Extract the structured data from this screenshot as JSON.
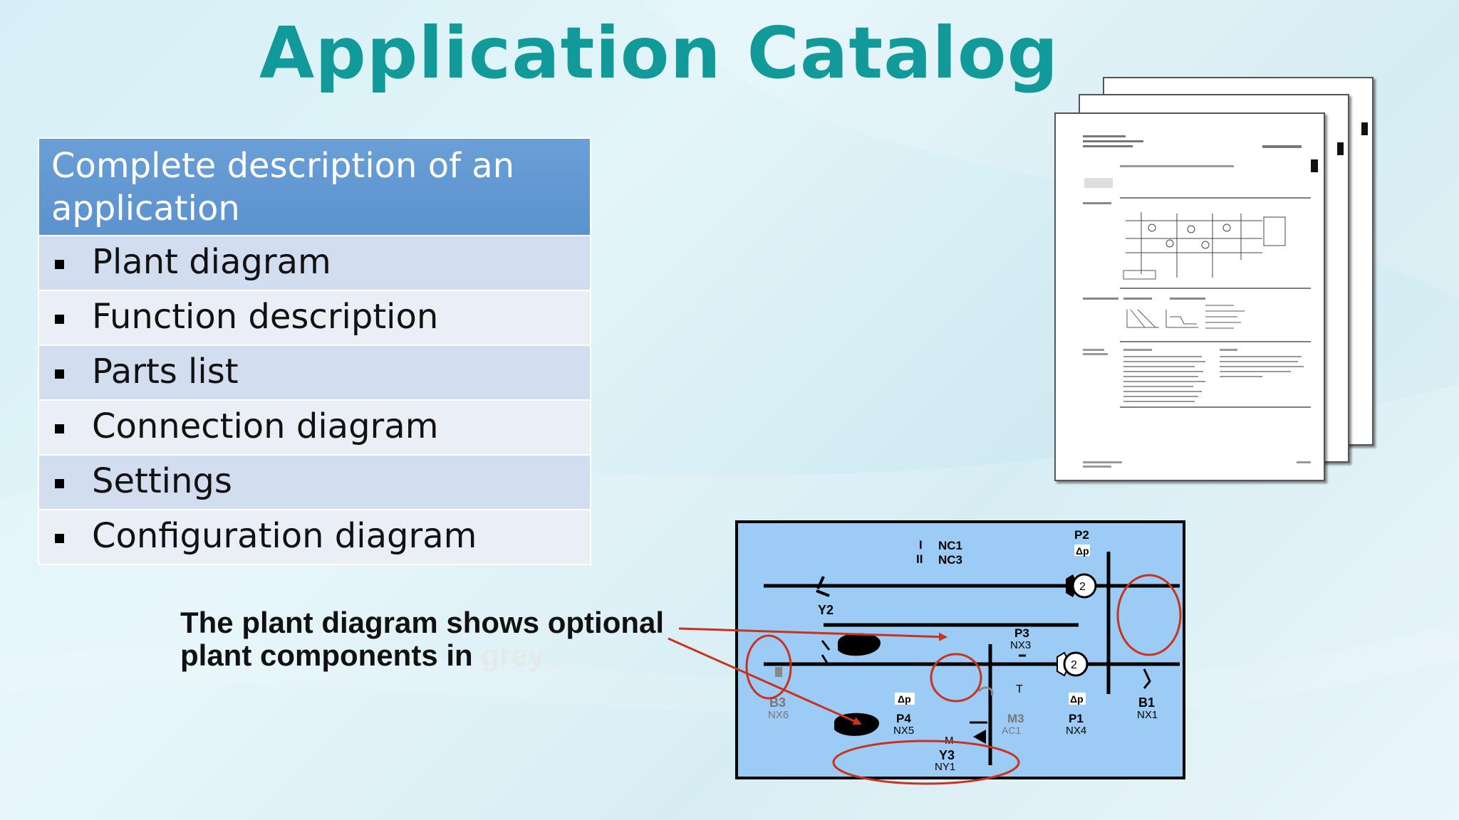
{
  "title": "Application Catalog",
  "description_table": {
    "header": "Complete description of an application",
    "items": [
      {
        "label": "Plant diagram"
      },
      {
        "label": "Function description"
      },
      {
        "label": "Parts list"
      },
      {
        "label": "Connection diagram"
      },
      {
        "label": "Settings"
      },
      {
        "label": "Configuration diagram"
      }
    ]
  },
  "caption": {
    "line1": "The plant diagram shows optional",
    "line2": "plant components in",
    "grey_word": "grey"
  },
  "plant_diagram": {
    "labels": {
      "i": "I",
      "ii": "II",
      "nc1": "NC1",
      "nc3": "NC3",
      "p2": "P2",
      "dp_top": "Δp",
      "y2": "Y2",
      "p3": "P3",
      "nx3": "NX3",
      "t": "T",
      "b1": "B1",
      "nx1": "NX1",
      "b3": "B3",
      "nx6": "NX6",
      "dp_p4": "Δp",
      "p4": "P4",
      "nx5": "NX5",
      "dp_p1": "Δp",
      "p1": "P1",
      "nx4": "NX4",
      "m3": "M3",
      "ac1": "AC1",
      "y3": "Y3",
      "ny1": "NY1",
      "m": "M",
      "two_a": "2",
      "two_b": "2"
    }
  },
  "colors": {
    "title": "#129a9a",
    "table_header": "#5b93cf",
    "row_dark": "#d2def0",
    "row_light": "#eaeff6",
    "plant_bg": "#9ccbf5",
    "highlight": "#c8331e"
  }
}
